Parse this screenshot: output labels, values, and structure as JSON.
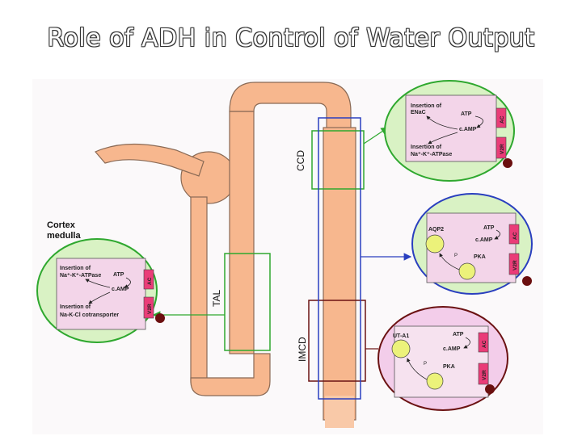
{
  "title": "Role of ADH in Control of Water Output",
  "labels": {
    "ccd": "CCD",
    "tal": "TAL",
    "imcd": "IMCD",
    "cortex": "Cortex",
    "medulla": "medulla"
  },
  "cells": {
    "top": {
      "insertion_enac_1": "Insertion of",
      "insertion_enac_2": "ENaC",
      "atp": "ATP",
      "camp": "c.AMP",
      "ac": "AC",
      "v2r": "V2R",
      "insertion_pump_1": "Insertion of",
      "insertion_pump_2": "Na⁺-K⁺-ATPase"
    },
    "middle": {
      "aqp2": "AQP2",
      "atp": "ATP",
      "camp": "c.AMP",
      "pka": "PKA",
      "p": "P",
      "ac": "AC",
      "v2r": "V2R"
    },
    "bottom": {
      "uta1": "UT-A1",
      "atp": "ATP",
      "camp": "c.AMP",
      "pka": "PKA",
      "p": "P",
      "ac": "AC",
      "v2r": "V2R"
    },
    "left": {
      "insertion_pump_1": "Insertion of",
      "insertion_pump_2": "Na⁺-K⁺-ATPase",
      "atp": "ATP",
      "camp": "c.AMP",
      "ac": "AC",
      "v2r": "V2R",
      "insertion_cotr_1": "Insertion of",
      "insertion_cotr_2": "Na-K-Cl cotransporter"
    }
  },
  "colors": {
    "tubule": "#f7b78e",
    "tubule_stroke": "#8a6a55",
    "cell_green_bg": "#d9f2c4",
    "cell_pink_bg": "#f3cdea",
    "green_box": "#2fa82f",
    "blue_box": "#2a3fbf",
    "dark_red_box": "#6b1212",
    "ac_v2r": "#ea3c78",
    "receptor_dot": "#6b0f0f",
    "yellow": "#ecf27a"
  }
}
